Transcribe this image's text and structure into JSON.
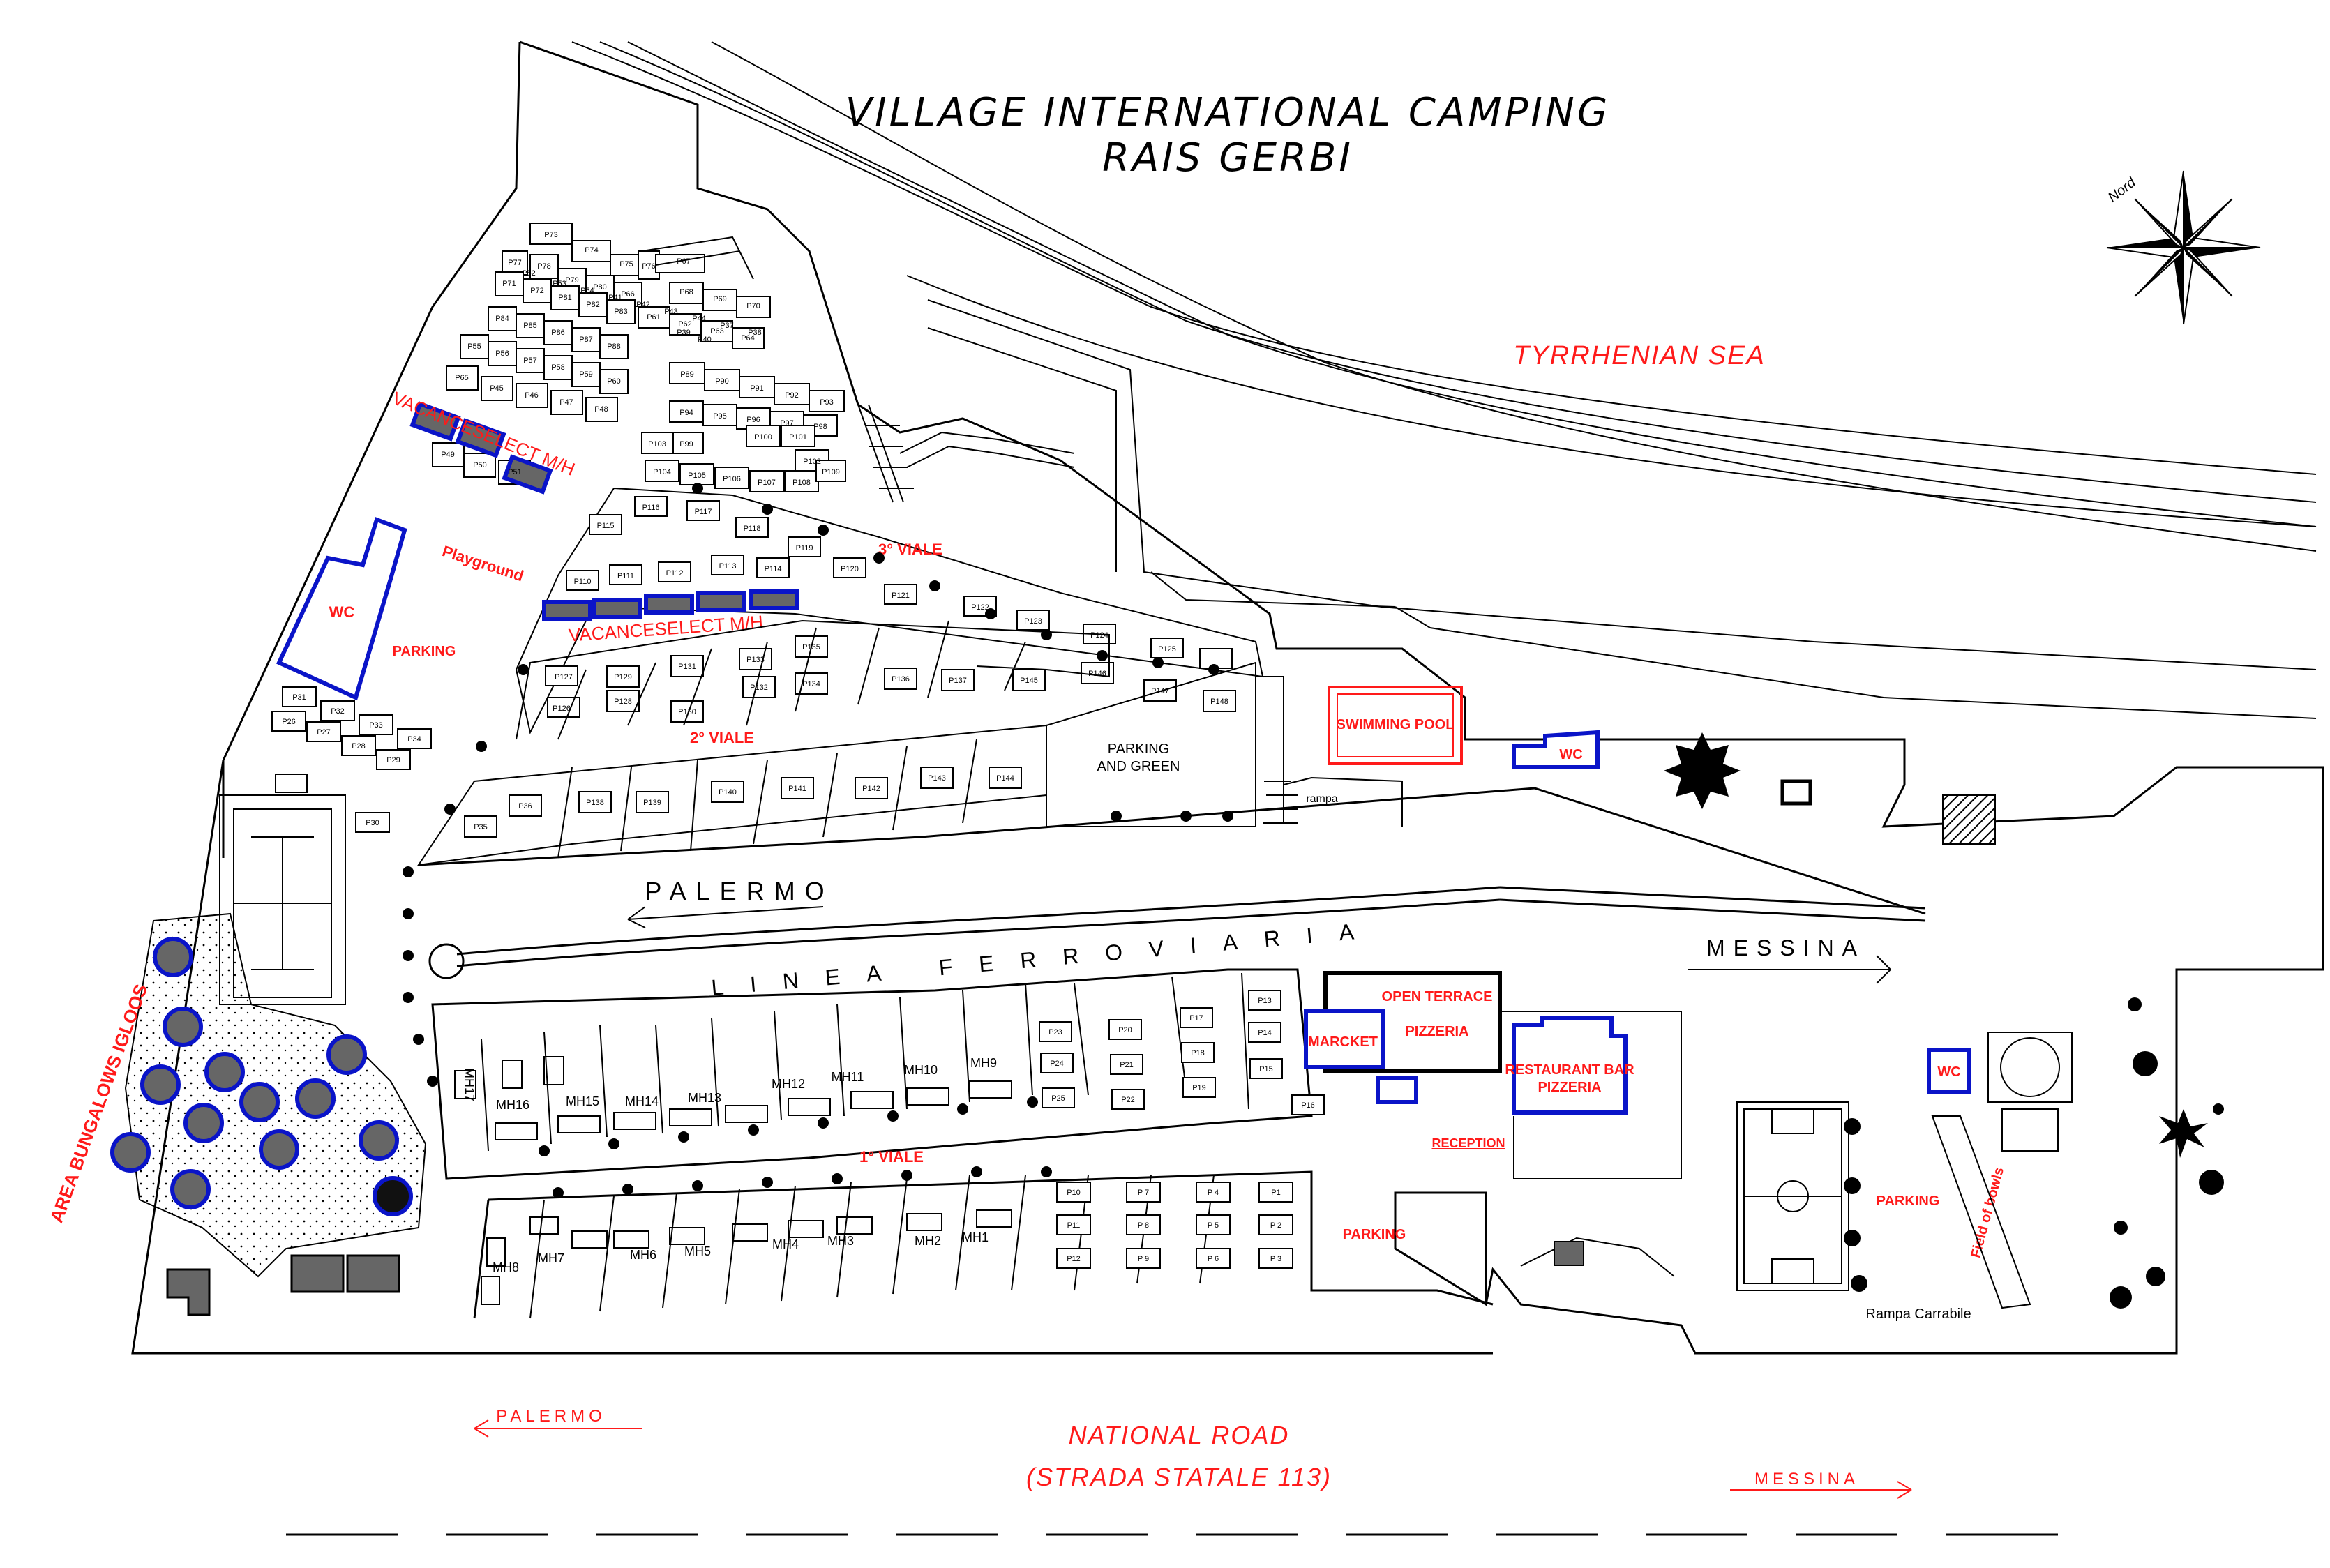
{
  "title": {
    "line1": "VILLAGE INTERNATIONAL CAMPING",
    "line2": "RAIS GERBI"
  },
  "compass": {
    "label": "Nord"
  },
  "sea": {
    "label": "TYRRHENIAN SEA"
  },
  "labels": {
    "viale1": "1° VIALE",
    "viale2": "2° VIALE",
    "viale3": "3° VIALE",
    "vacanceselect_a": "VACANCESELECT M/H",
    "vacanceselect_b": "VACANCESELECT M/H",
    "playground": "Playground",
    "parking_left": "PARKING",
    "parking_green_1": "PARKING",
    "parking_green_2": "AND GREEN",
    "rampa": "rampa",
    "swimming_pool": "SWIMMING POOL",
    "wc_left": "WC",
    "wc_pool": "WC",
    "wc_right": "WC",
    "rail_palermo": "PALERMO",
    "rail_messina": "MESSINA",
    "rail_line": "LINEA  FERROVIARIA",
    "open_terrace_1": "OPEN TERRACE",
    "open_terrace_2": "PIZZERIA",
    "marcket": "MARCKET",
    "reception": "RECEPTION",
    "restaurant_1": "RESTAURANT BAR",
    "restaurant_2": "PIZZERIA",
    "parking_bottom": "PARKING",
    "parking_right": "PARKING",
    "field_of_bowls": "Field of bowls",
    "rampa_carrabile": "Rampa Carrabile",
    "area_bungalows": "AREA BUNGALOWS IGLOOS",
    "road_palermo": "PALERMO",
    "road_messina": "MESSINA",
    "national_road": "NATIONAL ROAD",
    "strada_statale": "(STRADA STATALE 113)"
  },
  "pitches": {
    "top_block": [
      "P73",
      "P74",
      "P75",
      "P76",
      "P77",
      "P78",
      "P79",
      "P80",
      "P66",
      "P67",
      "P68",
      "P69",
      "P70",
      "P71",
      "P72",
      "P81",
      "P82",
      "P83",
      "P84",
      "P85",
      "P86",
      "P87",
      "P88",
      "P55",
      "P56",
      "P57",
      "P58",
      "P59",
      "P60",
      "P61",
      "P62",
      "P63",
      "P64",
      "P65",
      "P45",
      "P46",
      "P47",
      "P48",
      "P49",
      "P50",
      "P51",
      "P52",
      "P53",
      "P54",
      "P41",
      "P42",
      "P43",
      "P44",
      "P37",
      "P38",
      "P39",
      "P40"
    ],
    "upper_right": [
      "P89",
      "P90",
      "P91",
      "P92",
      "P93",
      "P94",
      "P95",
      "P96",
      "P97",
      "P98",
      "P99",
      "P100",
      "P101",
      "P102",
      "P103",
      "P104",
      "P105",
      "P106",
      "P107",
      "P108",
      "P109"
    ],
    "third_viale_row": [
      "P115",
      "P116",
      "P117",
      "P118",
      "P119",
      "P120",
      "P121",
      "P122",
      "P123",
      "P124",
      "P125"
    ],
    "vacanceselect_row": [
      "P110",
      "P111",
      "P112",
      "P113",
      "P114"
    ],
    "middle_block": [
      "P126",
      "P127",
      "P128",
      "P129",
      "P130",
      "P131",
      "P132",
      "P133",
      "P134",
      "P135",
      "P136",
      "P137",
      "P145",
      "P146",
      "P147",
      "P148"
    ],
    "second_viale_row": [
      "P35",
      "P36",
      "P138",
      "P139",
      "P140",
      "P141",
      "P142",
      "P143",
      "P144"
    ],
    "left_block": [
      "P31",
      "P32",
      "P33",
      "P34",
      "P26",
      "P27",
      "P28",
      "P29",
      "P30"
    ],
    "lower_middle": [
      "P23",
      "P24",
      "P25",
      "P20",
      "P21",
      "P22",
      "P17",
      "P18",
      "P19",
      "P13",
      "P14",
      "P15",
      "P16"
    ],
    "lower_right": [
      "P10",
      "P11",
      "P12",
      "P 7",
      "P 8",
      "P 9",
      "P 4",
      "P 5",
      "P 6",
      "P1",
      "P 2",
      "P 3"
    ],
    "mobile_homes_upper": [
      "MH17",
      "MH16",
      "MH15",
      "MH14",
      "MH13",
      "MH12",
      "MH11",
      "MH10",
      "MH9"
    ],
    "mobile_homes_lower": [
      "MH8",
      "MH7",
      "MH6",
      "MH5",
      "MH4",
      "MH3",
      "MH2",
      "MH1"
    ]
  },
  "colors": {
    "label_red": "#ff1a1a",
    "building_blue": "#0a14c8",
    "igloo_fill": "#666666",
    "line": "#000000"
  }
}
